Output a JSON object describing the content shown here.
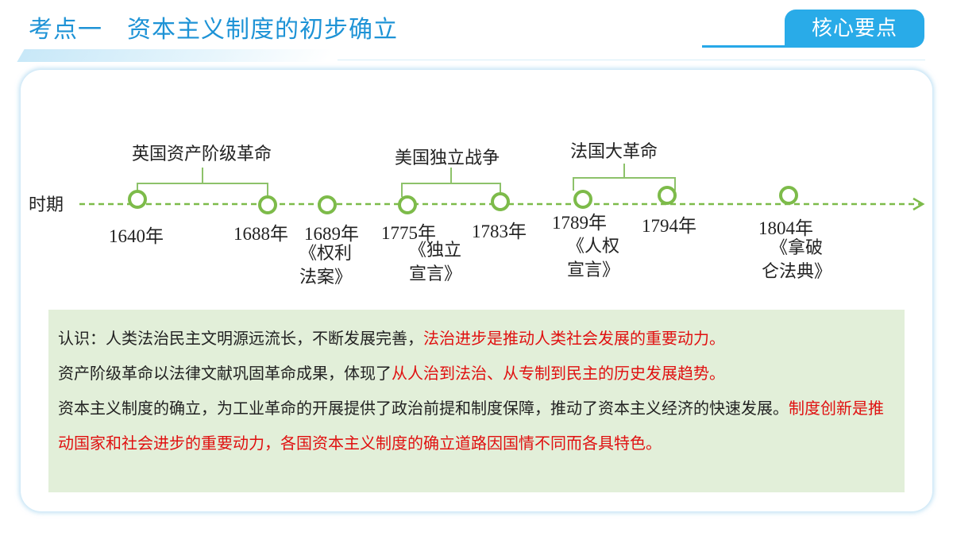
{
  "header": {
    "title": "考点一　资本主义制度的初步确立",
    "badge": "核心要点"
  },
  "timeline": {
    "axis_label": "时期",
    "groups": [
      {
        "label": "英国资产阶级革命"
      },
      {
        "label": "美国独立战争"
      },
      {
        "label": "法国大革命"
      }
    ],
    "years": [
      "1640年",
      "1688年",
      "1689年",
      "1775年",
      "1783年",
      "1789年",
      "1794年",
      "1804年"
    ],
    "documents": [
      {
        "line1": "《权利",
        "line2": "法案》"
      },
      {
        "line1": "《独立",
        "line2": "宣言》"
      },
      {
        "line1": "《人权",
        "line2": "宣言》"
      },
      {
        "line1": "《拿破",
        "line2": "仑法典》"
      }
    ],
    "colors": {
      "line": "#7dbb4a",
      "node_ring": "#7dbb4a",
      "bracket": "#8dc26a"
    }
  },
  "summary": {
    "s1": "认识：人类法治民主文明源远流长，不断发展完善，",
    "s2": "法治进步是推动人类社会发展的重要动力。",
    "s3": "资产阶级革命以法律文献巩固革命成果，体现了",
    "s4": "从人治到法治、从专制到民主的历史发展趋势。",
    "s5": "资本主义制度的确立，为工业革命的开展提供了政治前提和制度保障，推动了资本主义经济的快速发展。",
    "s6": "制度创新是推动国家和社会进步的重要动力，各国资本主义制度的确立道路因国情不同而各具特色。"
  },
  "colors": {
    "accent": "#1e93d6",
    "badge": "#29abe8",
    "highlight": "#e01010",
    "note_bg": "#e2efd9"
  }
}
